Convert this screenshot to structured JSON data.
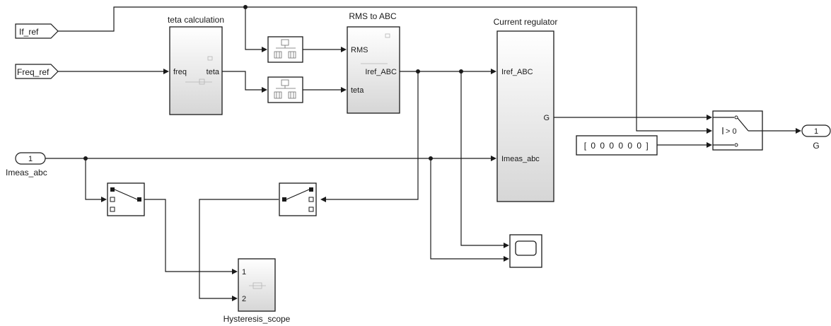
{
  "ports": {
    "if_ref": "If_ref",
    "freq_ref": "Freq_ref",
    "imeas_in_num": "1",
    "imeas_in_name": "Imeas_abc",
    "g_out_num": "1",
    "g_out_name": "G"
  },
  "teta_calc": {
    "title": "teta calculation",
    "in": "freq",
    "out": "teta"
  },
  "rms_to_abc": {
    "title": "RMS to ABC",
    "in1": "RMS",
    "in2": "teta",
    "out": "Iref_ABC"
  },
  "current_regulator": {
    "title": "Current regulator",
    "in1": "Iref_ABC",
    "in2": "Imeas_abc",
    "out": "G"
  },
  "switch": {
    "threshold": "> 0"
  },
  "constant": {
    "value": "[ 0 0 0 0 0 0 ]"
  },
  "hysteresis_scope": {
    "title": "Hysteresis_scope",
    "in1": "1",
    "in2": "2"
  }
}
